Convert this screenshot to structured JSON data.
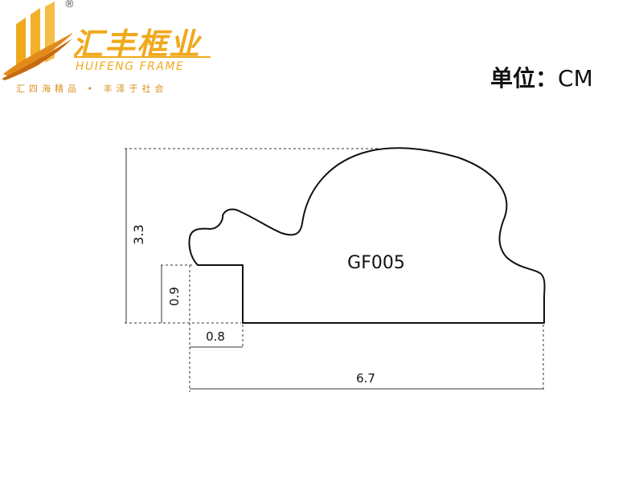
{
  "logo": {
    "registered": "®",
    "brand_cn": "汇丰框业",
    "brand_en": "HUIFENG FRAME",
    "slogan": "汇四海精品 • 丰泽于社会",
    "colors": {
      "gold": "#f0a91c",
      "orange": "#e08a1a",
      "dark_orange": "#c66a12"
    }
  },
  "unit": {
    "label": "单位：",
    "value": "CM"
  },
  "profile": {
    "model": "GF005",
    "dimensions": {
      "height": "3.3",
      "step_height": "0.9",
      "step_width": "0.8",
      "total_width": "6.7"
    }
  }
}
